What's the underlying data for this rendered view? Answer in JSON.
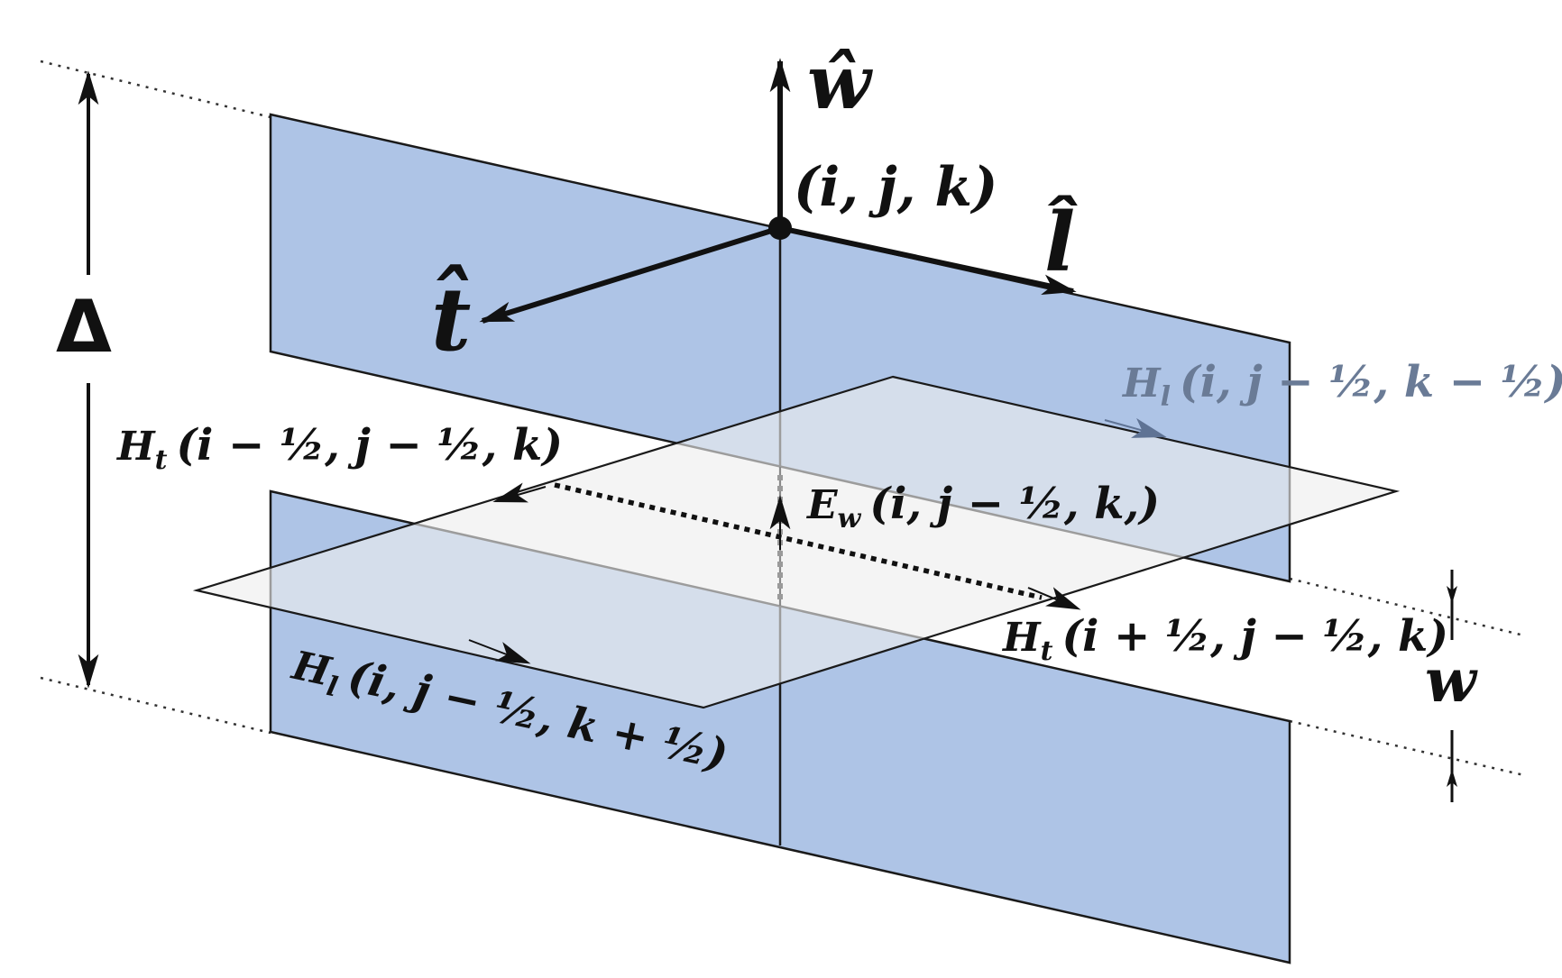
{
  "colors": {
    "plate_fill": "#aec4e6",
    "plate_stroke": "#1a1a1a",
    "face_fill": "#ededed",
    "faded_label": "#6a7b96",
    "faded_arrow": "#5f7394",
    "ink": "#111111"
  },
  "axes": {
    "w_hat": "ŵ",
    "t_hat": "t̂",
    "l_hat": "l̂"
  },
  "labels": {
    "node": "(i, j, k)",
    "delta": "Δ",
    "w": "w",
    "ht_left_main": "H",
    "ht_left_sub": "t",
    "ht_left_args": "(i − ½, j − ½, k)",
    "hl_top_main": "H",
    "hl_top_sub": "l",
    "hl_top_args": "(i, j − ½, k − ½)",
    "ew_main": "E",
    "ew_sub": "w",
    "ew_args": "(i, j − ½, k,)",
    "ht_right_main": "H",
    "ht_right_sub": "t",
    "ht_right_args": "(i + ½, j − ½, k)",
    "hl_bottom_main": "H",
    "hl_bottom_sub": "l",
    "hl_bottom_args": "(i, j − ½, k + ½)"
  }
}
